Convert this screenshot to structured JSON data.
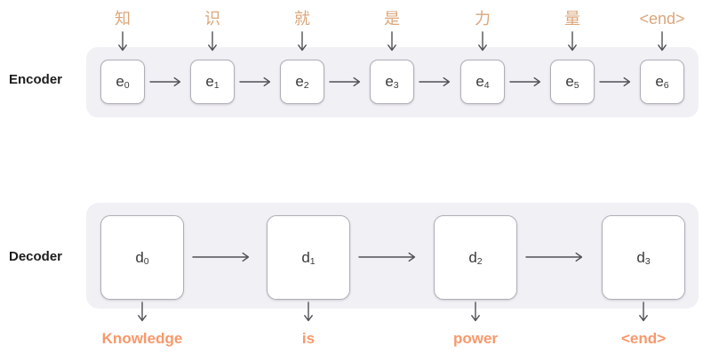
{
  "colors": {
    "panel_bg": "#f1f0f5",
    "box_border": "#b0aeb7",
    "box_text": "#3a3a3c",
    "label_text": "#1d1d1f",
    "input_text": "#dba77c",
    "output_text": "#f8986b",
    "arrow": "#515156"
  },
  "encoder": {
    "label": "Encoder",
    "units": [
      {
        "base": "e",
        "sub": "0",
        "input": "知"
      },
      {
        "base": "e",
        "sub": "1",
        "input": "识"
      },
      {
        "base": "e",
        "sub": "2",
        "input": "就"
      },
      {
        "base": "e",
        "sub": "3",
        "input": "是"
      },
      {
        "base": "e",
        "sub": "4",
        "input": "力"
      },
      {
        "base": "e",
        "sub": "5",
        "input": "量"
      },
      {
        "base": "e",
        "sub": "6",
        "input": "<end>"
      }
    ]
  },
  "decoder": {
    "label": "Decoder",
    "units": [
      {
        "base": "d",
        "sub": "0",
        "output": "Knowledge"
      },
      {
        "base": "d",
        "sub": "1",
        "output": "is"
      },
      {
        "base": "d",
        "sub": "2",
        "output": "power"
      },
      {
        "base": "d",
        "sub": "3",
        "output": "<end>"
      }
    ]
  }
}
